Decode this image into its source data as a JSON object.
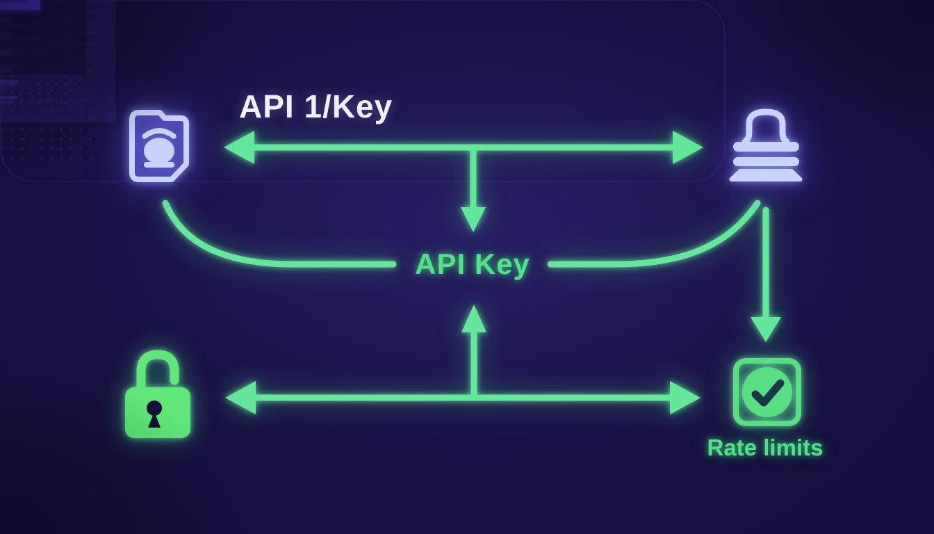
{
  "diagram": {
    "title_label": "API 1/Key",
    "center_label": "API Key",
    "rate_limits_label": "Rate limits",
    "nodes": [
      {
        "id": "api-document",
        "icon": "document-database-icon",
        "position": "top-left",
        "color": "#c9d2f8"
      },
      {
        "id": "api-gateway",
        "icon": "stacked-gateway-icon",
        "position": "top-right",
        "color": "#c9d2f8"
      },
      {
        "id": "security-lock",
        "icon": "open-padlock-icon",
        "position": "bottom-left",
        "color": "#5fe878"
      },
      {
        "id": "rate-limit-check",
        "icon": "check-square-icon",
        "position": "bottom-right",
        "color": "#57df82",
        "label": "Rate limits"
      }
    ],
    "edges": [
      {
        "from": "api-document",
        "to": "api-gateway",
        "style": "double-headed-arrow",
        "label": "API 1/Key"
      },
      {
        "from": "top-arrow-midpoint",
        "to": "api-key-label",
        "style": "arrow-down"
      },
      {
        "from": "api-document",
        "to": "api-key-label",
        "style": "curved-line"
      },
      {
        "from": "api-key-label",
        "to": "api-gateway",
        "style": "curved-line"
      },
      {
        "from": "api-gateway",
        "to": "rate-limit-check",
        "style": "arrow-down"
      },
      {
        "from": "security-lock",
        "to": "rate-limit-check",
        "style": "double-headed-arrow"
      },
      {
        "from": "bottom-arrow-midpoint",
        "to": "api-key-label",
        "style": "arrow-up"
      }
    ]
  },
  "colors": {
    "background": "#181043",
    "connector_green": "#63e79b",
    "green_text": "#4ee487",
    "lavender": "#c9d2f8",
    "white_text": "#f2effc"
  }
}
